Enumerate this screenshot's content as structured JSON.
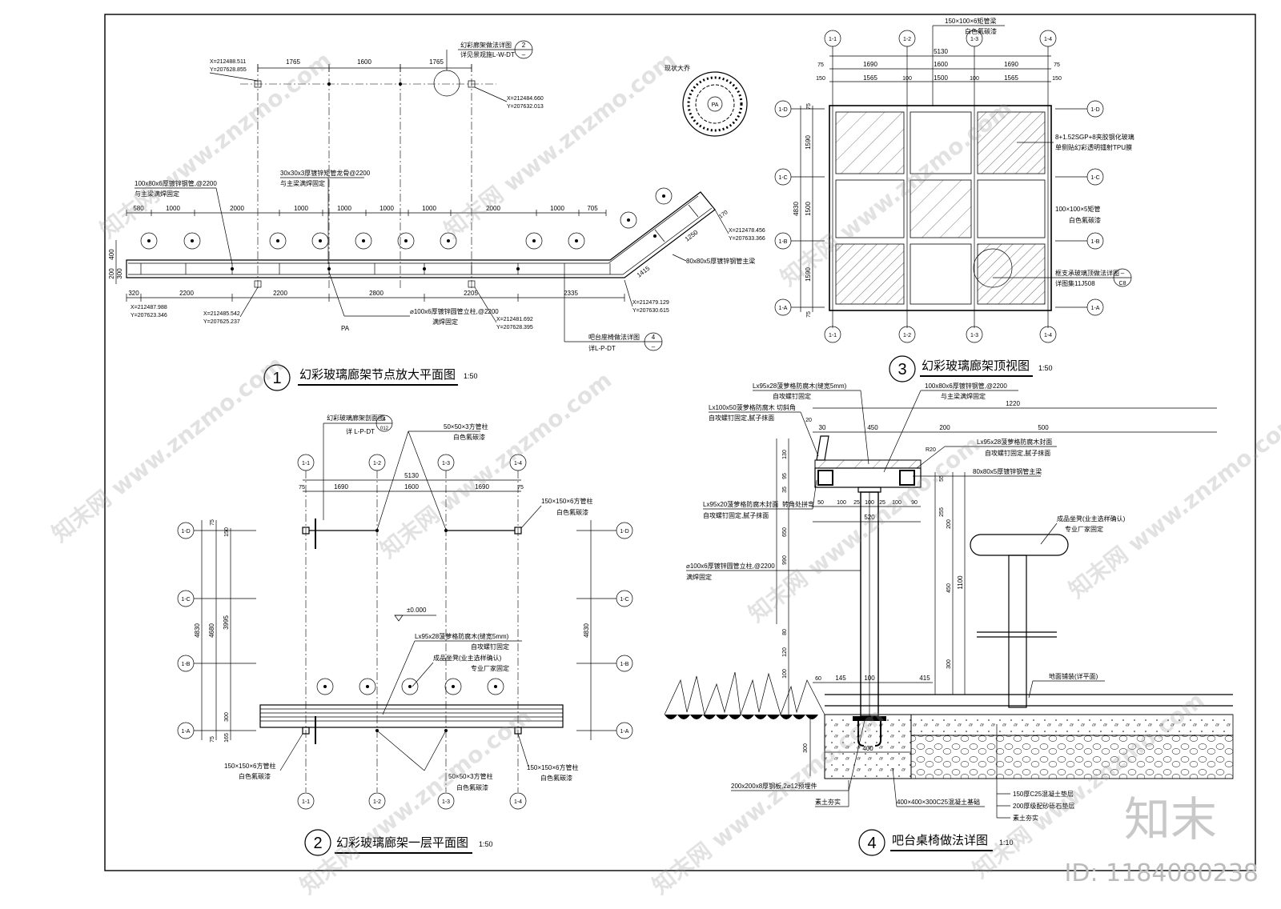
{
  "sheet": {
    "watermark_site": "www.znzmo.com",
    "watermark_brand": "知末网",
    "brand_logo": "知末",
    "id_text": "ID: 1184080238"
  },
  "view1": {
    "num": "1",
    "title": "幻彩玻璃廊架节点放大平面图",
    "scale": "1:50",
    "top_dims": [
      "1765",
      "1600",
      "1765"
    ],
    "mid_dims": [
      "580",
      "1000",
      "2000",
      "1000",
      "1000",
      "1000",
      "1000",
      "2000",
      "1000",
      "705"
    ],
    "bot_dims": [
      "320",
      "2200",
      "2200",
      "2800",
      "2205",
      "2335"
    ],
    "diag_dims": [
      "1250",
      "1415",
      "170"
    ],
    "side_dims": [
      "400",
      "200",
      "300"
    ],
    "coords": [
      "X=212488.511",
      "Y=207628.855",
      "X=212484.660",
      "Y=207632.013",
      "X=212478.456",
      "Y=207633.366",
      "X=212487.988",
      "Y=207623.346",
      "X=212485.542",
      "Y=207625.237",
      "X=212481.692",
      "Y=207628.395",
      "X=212479.129",
      "Y=207630.615"
    ],
    "notes": {
      "ref_detail": "幻彩廊架做法详图",
      "ref_detail_see": "详见景观施L-W-DT",
      "ref_num": "2",
      "ref_sub": "–",
      "tree": "现状大乔",
      "tree_tag": "PA",
      "keel": "30x30x3厚镀锌矩管龙骨@2200",
      "keel2": "与主梁满焊固定",
      "steel": "100x80x6厚镀锌钢管,@2200",
      "steel2": "与主梁满焊固定",
      "beam": "80x80x5厚镀锌钢管主梁",
      "column": "⌀100x6厚镀锌圆管立柱,@2200",
      "column2": "满焊固定",
      "pa": "PA",
      "bar": "吧台座椅做法详图",
      "bar_see": "详L-P-DT",
      "bar_num": "4",
      "bar_sub": "–"
    }
  },
  "view2": {
    "num": "2",
    "title": "幻彩玻璃廊架一层平面图",
    "scale": "1:50",
    "axes_x": [
      "1-1",
      "1-2",
      "1-3",
      "1-4"
    ],
    "axes_y": [
      "1-D",
      "1-C",
      "1-B",
      "1-A"
    ],
    "top_total": "5130",
    "top_dims": [
      "75",
      "1690",
      "1600",
      "1690",
      "75"
    ],
    "left_total": "4830",
    "left_dims2": [
      "4680"
    ],
    "left_dims3": [
      "3995"
    ],
    "left_small": [
      "75",
      "150",
      "300",
      "165",
      "75"
    ],
    "right_total": "4830",
    "level": "±0.000",
    "notes": {
      "section_ref": "幻彩玻璃廊架剖面图",
      "section_see": "详 L-P-DT",
      "section_num": "4",
      "section_sub": "012",
      "col50": "50×50×3方管柱",
      "col50_paint": "白色氟碳漆",
      "col150": "150×150×6方管柱",
      "col150_paint": "白色氟碳漆",
      "wood": "Lx95x28菠萝格防腐木(缝宽5mm)",
      "wood2": "自攻螺钉固定",
      "stool": "成品坐凳(业主选样确认)",
      "stool2": "专业厂家固定",
      "col150b": "150×150×6方管柱",
      "col150b_paint": "白色氟碳漆",
      "col50b": "50×50×3方管柱",
      "col50b_paint": "白色氟碳漆",
      "col150c": "150×150×6方管柱",
      "col150c_paint": "白色氟碳漆"
    }
  },
  "view3": {
    "num": "3",
    "title": "幻彩玻璃廊架顶视图",
    "scale": "1:50",
    "axes_x": [
      "1-1",
      "1-2",
      "1-3",
      "1-4"
    ],
    "axes_y": [
      "1-D",
      "1-C",
      "1-B",
      "1-A"
    ],
    "top_total": "5130",
    "top_dims1": [
      "75",
      "1690",
      "1600",
      "1690",
      "75"
    ],
    "top_dims2": [
      "150",
      "1565",
      "100",
      "1500",
      "100",
      "1565",
      "150"
    ],
    "left_total": "4830",
    "left_dims": [
      "75",
      "1590",
      "1500",
      "1590",
      "75"
    ],
    "notes": {
      "beam": "150×100×6矩管梁",
      "beam_paint": "白色氟碳漆",
      "glass": "8+1.52SGP+8夹胶钢化玻璃",
      "glass2": "单侧贴幻彩透明镭射TPU膜",
      "tube": "100×100×5矩管",
      "tube_paint": "白色氟碳漆",
      "frame": "框支承玻璃顶做法详图",
      "frame_see": "详图集11J508",
      "frame_num": "–",
      "frame_sub": "C8"
    }
  },
  "view4": {
    "num": "4",
    "title": "吧台桌椅做法详图",
    "scale": "1:10",
    "top_total": "1220",
    "top_dims": [
      "30",
      "450",
      "200",
      "500"
    ],
    "row_dims": [
      "50",
      "100",
      "25",
      "100",
      "25",
      "100",
      "90"
    ],
    "row_total": "520",
    "bottom_dims": [
      "60",
      "145",
      "100",
      "415"
    ],
    "footing": "400",
    "left_dims": [
      "20",
      "130",
      "95",
      "35",
      "650",
      "990",
      "80",
      "120",
      "100",
      "300"
    ],
    "right_dims": [
      "55",
      "255",
      "200",
      "1100",
      "450",
      "300"
    ],
    "radius": "R20",
    "notes": {
      "wood_top": "Lx95x28菠萝格防腐木(缝宽5mm)",
      "wood_top2": "自攻螺钉固定",
      "wood_chamfer": "Lx100x50菠萝格防腐木 切斜角",
      "wood_chamfer2": "自攻螺钉固定,腻子抹面",
      "steel": "100x80x6厚镀锌钢管,@2200",
      "steel2": "与主梁满焊固定",
      "wood_seal": "Lx95x28菠萝格防腐木封面",
      "wood_seal2": "自攻螺钉固定,腻子抹面",
      "beam": "80x80x5厚镀锌钢管主梁",
      "wood_edge": "Lx95x20菠萝格防腐木封面",
      "wood_edge2": "自攻螺钉固定,腻子抹面",
      "corner": "转角处拼弯",
      "column": "⌀100x6厚镀锌圆管立柱,@2200",
      "column2": "满焊固定",
      "stool": "成品坐凳(业主选样确认)",
      "stool2": "专业厂家固定",
      "paving": "地面铺装(详平面)",
      "plate": "200x200x8厚钢板,2⌀12预埋件",
      "soil": "素土夯实",
      "footing_note": "400×400×300C25混凝土基础",
      "layer1": "150厚C25混凝土垫层",
      "layer2": "200厚级配砂砾石垫层",
      "layer3": "素土夯实"
    }
  }
}
